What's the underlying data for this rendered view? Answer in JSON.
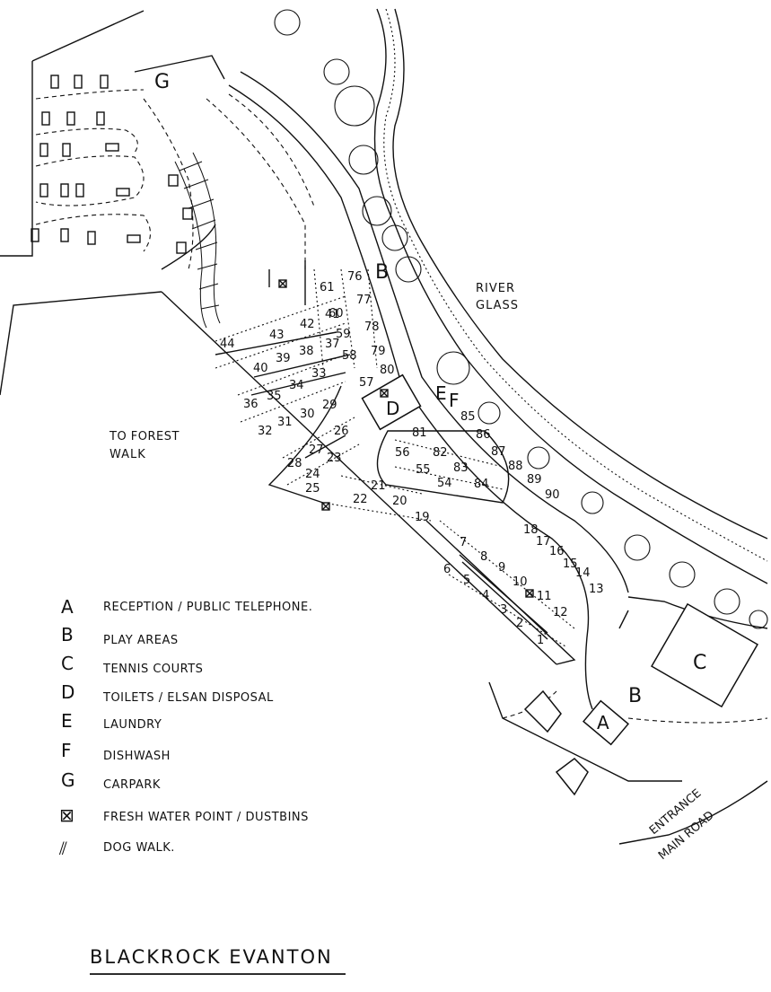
{
  "title": "BLACKROCK EVANTON",
  "labels": {
    "river": [
      "RIVER",
      "GLASS"
    ],
    "forest": [
      "TO FOREST",
      "WALK"
    ],
    "entrance": "ENTRANCE",
    "main_road": "MAIN ROAD",
    "area_a": "A",
    "area_b": "B",
    "area_b2": "B",
    "area_c": "C",
    "area_d": "D",
    "area_e": "E",
    "area_f": "F",
    "area_g": "G"
  },
  "legend": [
    {
      "key": "A",
      "text": "RECEPTION / PUBLIC TELEPHONE."
    },
    {
      "key": "B",
      "text": "PLAY AREAS"
    },
    {
      "key": "C",
      "text": "TENNIS COURTS"
    },
    {
      "key": "D",
      "text": "TOILETS / ELSAN DISPOSAL"
    },
    {
      "key": "E",
      "text": "LAUNDRY"
    },
    {
      "key": "F",
      "text": "DISHWASH"
    },
    {
      "key": "G",
      "text": "CARPARK"
    },
    {
      "key": "⊠",
      "text": "FRESH WATER POINT / DUSTBINS"
    },
    {
      "key": "⫽",
      "text": "DOG WALK."
    }
  ],
  "pitches": [
    "1",
    "2",
    "3",
    "4",
    "5",
    "6",
    "7",
    "8",
    "9",
    "10",
    "11",
    "12",
    "13",
    "14",
    "15",
    "16",
    "17",
    "18",
    "19",
    "20",
    "21",
    "22",
    "23",
    "24",
    "25",
    "26",
    "27",
    "28",
    "29",
    "30",
    "31",
    "32",
    "33",
    "34",
    "35",
    "36",
    "37",
    "38",
    "39",
    "40",
    "41",
    "42",
    "43",
    "44",
    "54",
    "55",
    "56",
    "57",
    "58",
    "59",
    "60",
    "61",
    "76",
    "77",
    "78",
    "79",
    "80",
    "81",
    "82",
    "83",
    "84",
    "85",
    "86",
    "87",
    "88",
    "89",
    "90"
  ]
}
